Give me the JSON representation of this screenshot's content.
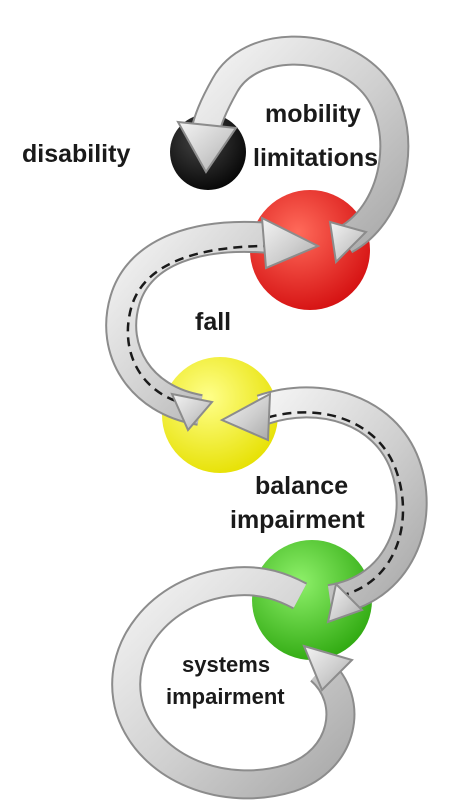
{
  "stages": [
    {
      "id": "disability",
      "label": "disability",
      "color": "#111111"
    },
    {
      "id": "mobility-limitations",
      "label_lines": [
        "mobility",
        "limitations"
      ],
      "color": "#e8201f"
    },
    {
      "id": "fall",
      "label": "fall",
      "color": "#f2f21a"
    },
    {
      "id": "balance-impairment",
      "label_lines": [
        "balance",
        "impairment"
      ],
      "color": "#3fbf1a"
    },
    {
      "id": "systems-impairment",
      "label_lines": [
        "systems",
        "impairment"
      ]
    }
  ],
  "colors": {
    "arrow_fill": "#d6d6d6",
    "arrow_edge": "#8c8c8c",
    "dashed_line": "#1a1a1a"
  }
}
